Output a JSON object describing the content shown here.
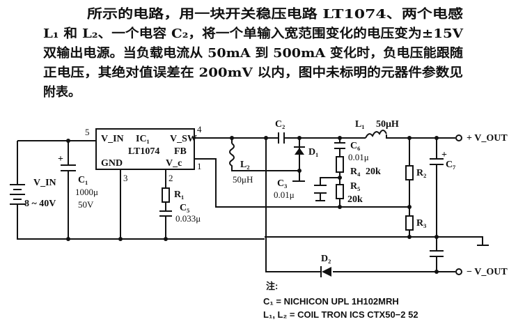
{
  "description_text": {
    "lines": [
      "所示的电路，用一块开关稳压电路 LT1074、两个电感",
      "L₁ 和 L₂、一个电容 C₂，将一个单输入宽范围变化的电压变为±15V",
      "双输出电源。当负载电流从 50mA 到 500mA 变化时，负电压能跟随",
      "正电压，其绝对值误差在 200mV 以内，图中未标明的元器件参数见",
      "附表。"
    ]
  },
  "circuit": {
    "ic": {
      "name": "IC₁",
      "part": "LT1074",
      "pin_vin": "V_IN",
      "pin_vsw": "V_SW",
      "pin_fb": "FB",
      "pin_gnd": "GND",
      "pin_vc": "V_c",
      "pin_numbers": {
        "vin": "5",
        "vsw": "4",
        "fb": "1",
        "gnd": "3",
        "vc": "2"
      }
    },
    "source": {
      "name": "V_IN",
      "range": "8 ~ 40V"
    },
    "c1": {
      "name": "C₁",
      "value": "1000μ",
      "voltage": "50V"
    },
    "r1": {
      "name": "R₁"
    },
    "c5": {
      "name": "C₅",
      "value": "0.033μ"
    },
    "l2": {
      "name": "L₂",
      "value": "50μH"
    },
    "c2": {
      "name": "C₂"
    },
    "d1": {
      "name": "D₁"
    },
    "c3": {
      "name": "C₃",
      "value": "0.01μ"
    },
    "c6": {
      "name": "C₆",
      "value": "0.01μ"
    },
    "r4": {
      "name": "R₄",
      "value": "20k"
    },
    "r5": {
      "name": "R₅",
      "value": "20k"
    },
    "l1": {
      "name": "L₁",
      "value": "50μH"
    },
    "r2": {
      "name": "R₂"
    },
    "r3": {
      "name": "R₃"
    },
    "c7": {
      "name": "C₇"
    },
    "d2": {
      "name": "D₂"
    },
    "vout_pos": "+ V_OUT",
    "vout_neg": "− V_OUT"
  },
  "notes": {
    "title": "注:",
    "lines": [
      "C₁ = NICHICON UPL 1H102MRH",
      "L₁, L₂ = COIL TRON ICS CTX50−2 52"
    ]
  }
}
